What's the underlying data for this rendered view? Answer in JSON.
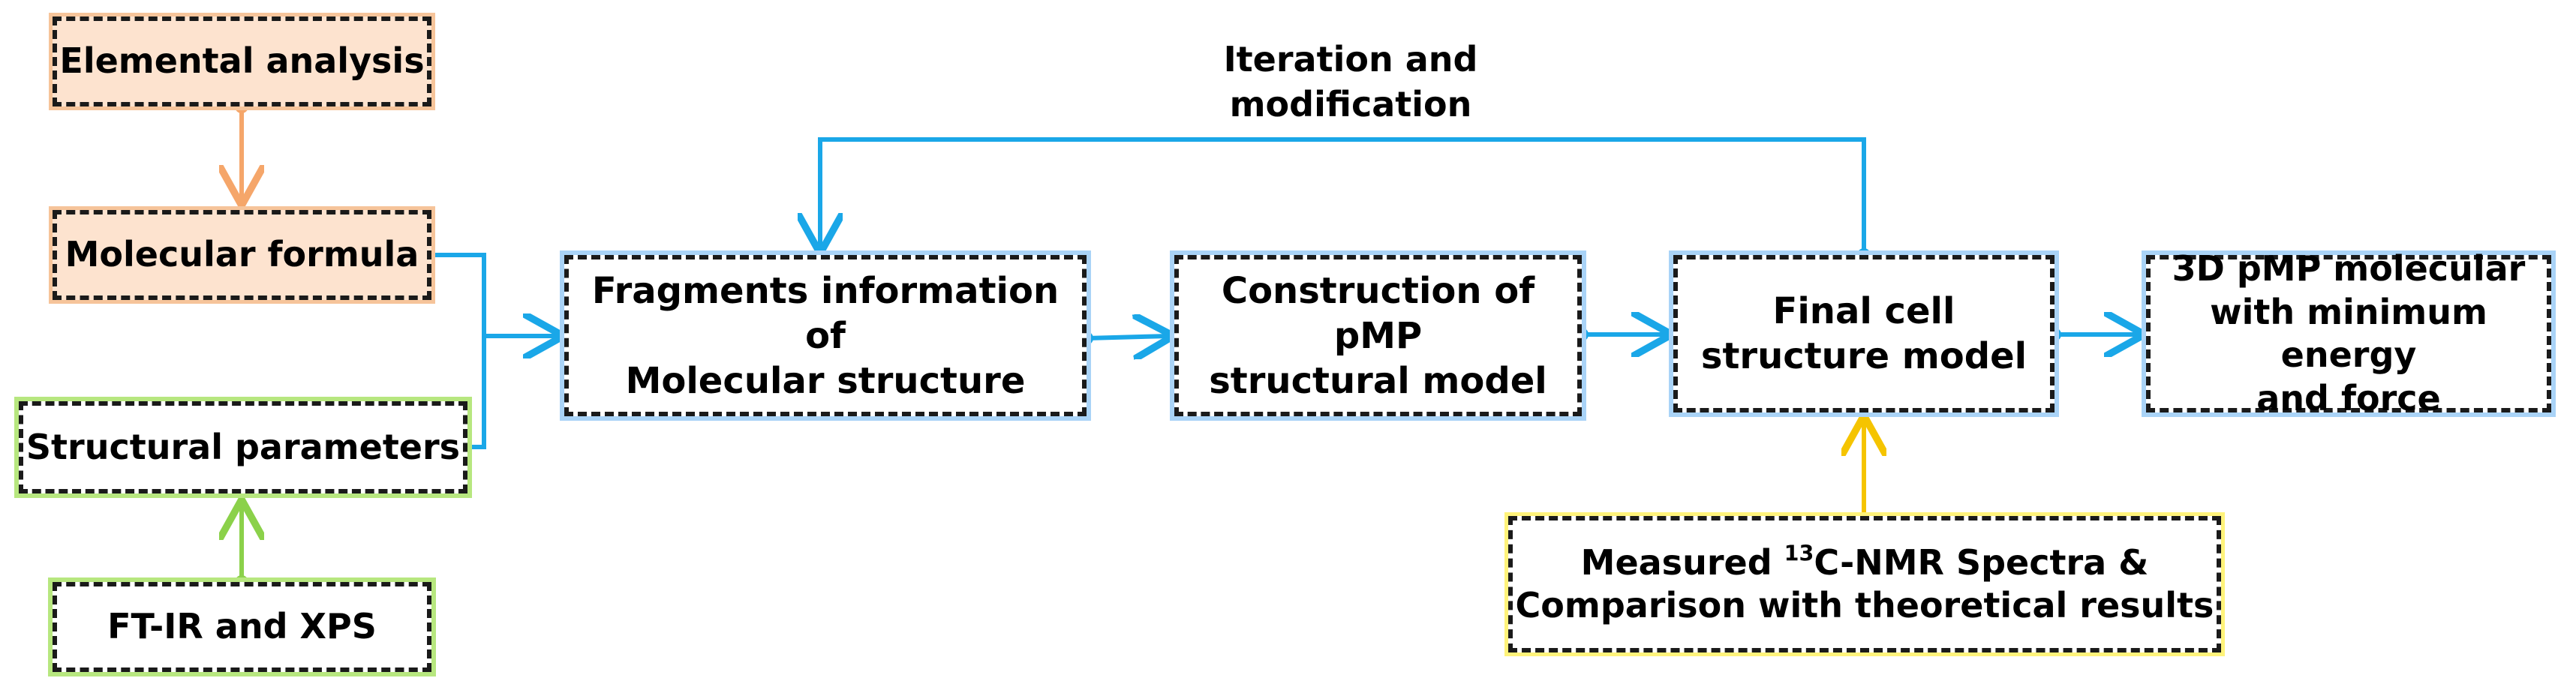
{
  "nodes": {
    "elemental": "Elemental analysis",
    "molecular_formula": "Molecular formula",
    "structural_parameters": "Structural parameters",
    "ftir_xps": "FT-IR and XPS",
    "fragments_line1": "Fragments information of",
    "fragments_line2": "Molecular structure",
    "construction_line1": "Construction of pMP",
    "construction_line2": "structural model",
    "final_line1": "Final cell",
    "final_line2": "structure model",
    "result_line1": "3D pMP molecular",
    "result_line2": "with minimum energy",
    "result_line3": "and force",
    "nmr_line1_pre": "Measured ",
    "nmr_line1_sup": "13",
    "nmr_line1_post": "C-NMR Spectra &",
    "nmr_line2": "Comparison with theoretical results"
  },
  "loop_label_line1": "Iteration and",
  "loop_label_line2": "modification",
  "colors": {
    "blue_arrow": "#1aa7e8",
    "orange_arrow": "#f5a66a",
    "green_arrow": "#8bd14a",
    "yellow_arrow": "#f5c400",
    "orange_fill": "#fde3cf",
    "dashed_border": "#1a1a1a"
  }
}
